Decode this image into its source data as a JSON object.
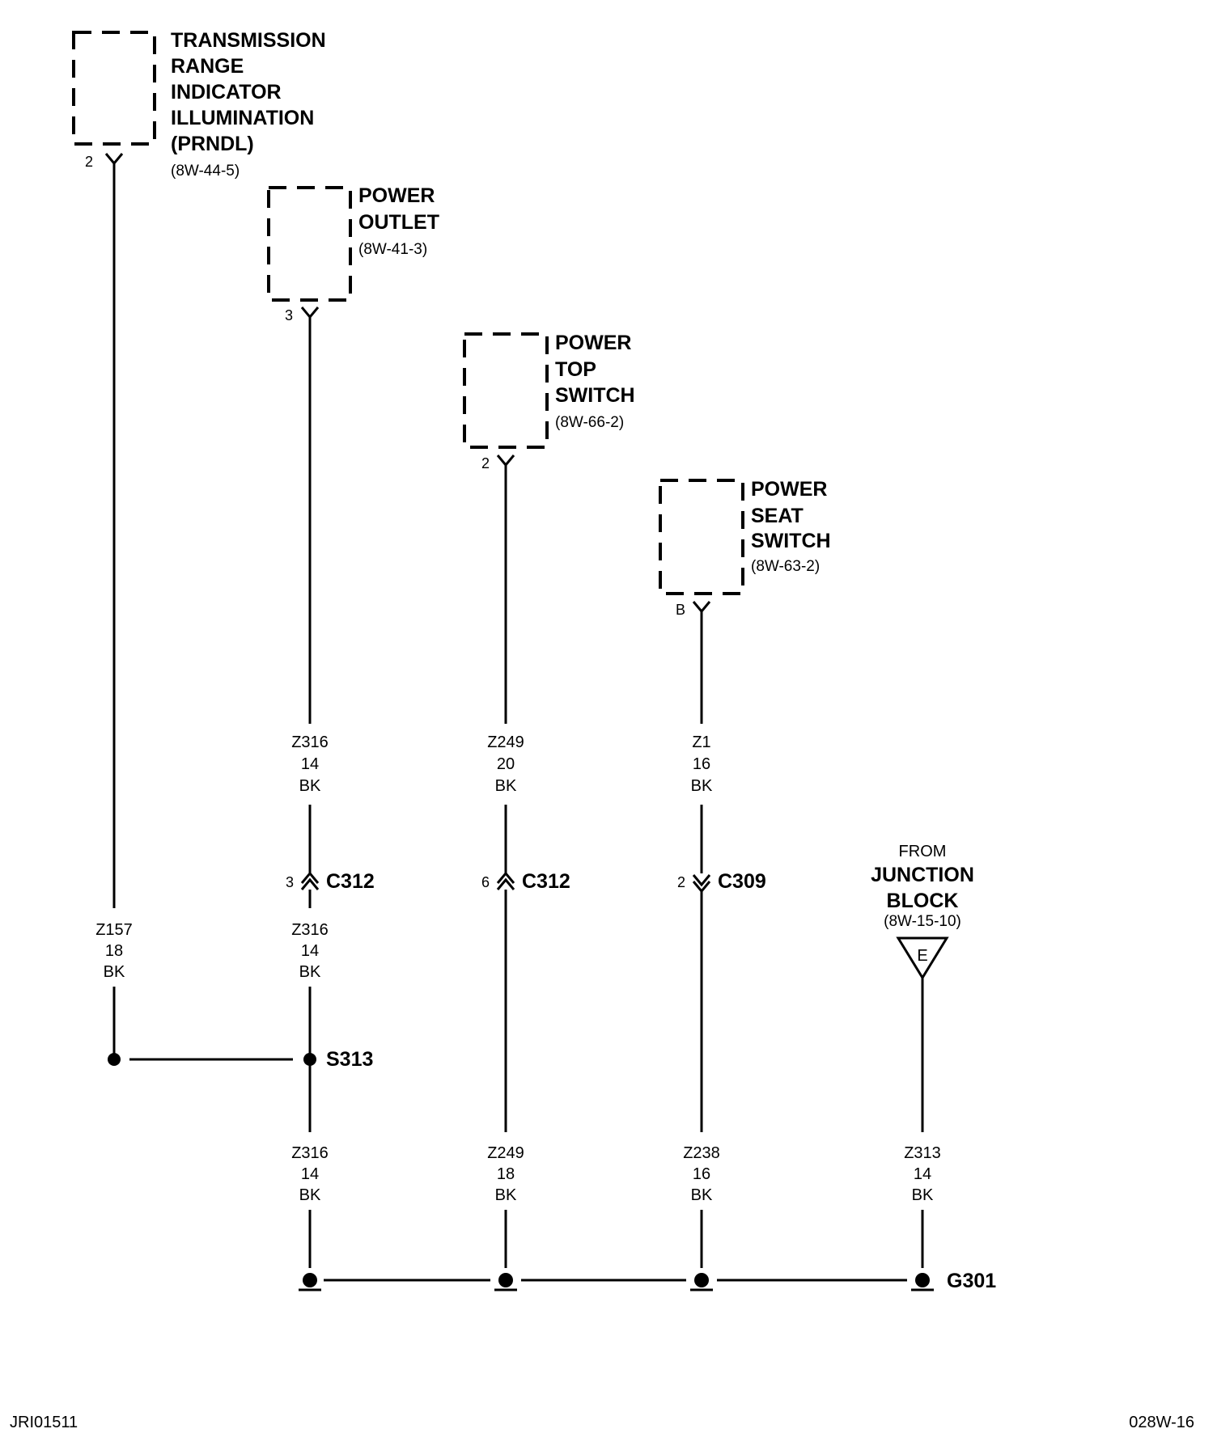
{
  "components": [
    {
      "id": "prndl",
      "title": [
        "TRANSMISSION",
        "RANGE",
        "INDICATOR",
        "ILLUMINATION",
        "(PRNDL)"
      ],
      "ref": "(8W-44-5)",
      "pin": "2"
    },
    {
      "id": "outlet",
      "title": [
        "POWER",
        "OUTLET"
      ],
      "ref": "(8W-41-3)",
      "pin": "3"
    },
    {
      "id": "top",
      "title": [
        "POWER",
        "TOP",
        "SWITCH"
      ],
      "ref": "(8W-66-2)",
      "pin": "2"
    },
    {
      "id": "seat",
      "title": [
        "POWER",
        "SEAT",
        "SWITCH"
      ],
      "ref": "(8W-63-2)",
      "pin": "B"
    }
  ],
  "wires": {
    "z157": [
      "Z157",
      "18",
      "BK"
    ],
    "z316a": [
      "Z316",
      "14",
      "BK"
    ],
    "z249a": [
      "Z249",
      "20",
      "BK"
    ],
    "z1": [
      "Z1",
      "16",
      "BK"
    ],
    "z316b": [
      "Z316",
      "14",
      "BK"
    ],
    "z316c": [
      "Z316",
      "14",
      "BK"
    ],
    "z249b": [
      "Z249",
      "18",
      "BK"
    ],
    "z238": [
      "Z238",
      "16",
      "BK"
    ],
    "z313": [
      "Z313",
      "14",
      "BK"
    ]
  },
  "connectors": {
    "c312a": {
      "pin": "3",
      "name": "C312"
    },
    "c312b": {
      "pin": "6",
      "name": "C312"
    },
    "c309": {
      "pin": "2",
      "name": "C309"
    }
  },
  "splice": "S313",
  "ground": "G301",
  "junction": {
    "from": "FROM",
    "title": [
      "JUNCTION",
      "BLOCK"
    ],
    "ref": "(8W-15-10)",
    "cavity": "E"
  },
  "footer": {
    "left": "JRI01511",
    "right": "028W-16"
  }
}
